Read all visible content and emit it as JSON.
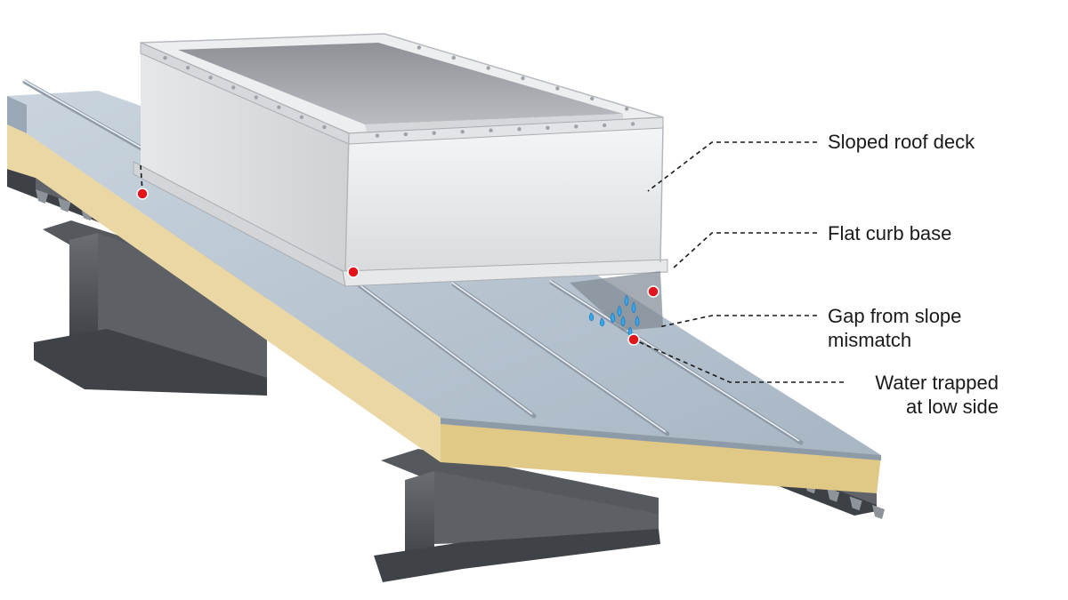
{
  "labels": {
    "roof_deck": "Sloped roof deck",
    "curb_base": "Flat curb base",
    "gap_line1": "Gap from slope",
    "gap_line2": "mismatch",
    "water_line1": "Water trapped",
    "water_line2": "at low side"
  },
  "colors": {
    "marker": "#e3141b",
    "leader": "#1a1a1a",
    "insulation": "#e8d39a",
    "metal_panel": "#b8c5d2",
    "curb": "#e9eaec",
    "steel_beam": "#4b4e53",
    "water": "#3aa6e8"
  },
  "icons": {
    "water": "water-droplets-icon",
    "marker": "red-dot-marker"
  }
}
